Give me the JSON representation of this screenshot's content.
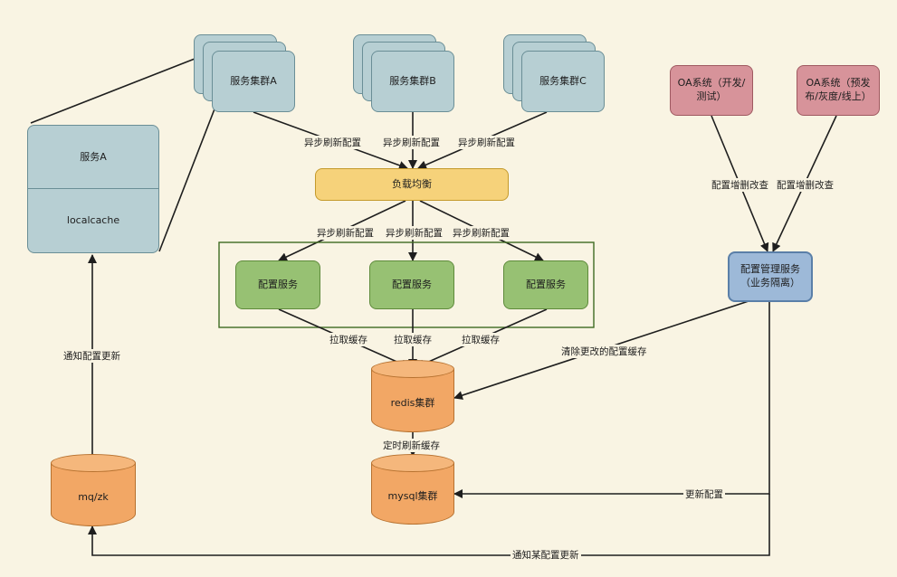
{
  "clusters": {
    "a": "服务集群A",
    "b": "服务集群B",
    "c": "服务集群C"
  },
  "service_a": {
    "title": "服务A",
    "cache": "localcache"
  },
  "load_balancer": "负载均衡",
  "config_services": [
    "配置服务",
    "配置服务",
    "配置服务"
  ],
  "oa_dev": "OA系统（开发/测试）",
  "oa_prod": "OA系统（预发布/灰度/线上）",
  "config_manager": "配置管理服务（业务隔离）",
  "redis": "redis集群",
  "mysql": "mysql集群",
  "mq": "mq/zk",
  "edges": {
    "async_refresh": "异步刷新配置",
    "pull_cache": "拉取缓存",
    "config_crud": "配置增删改查",
    "clear_cache": "清除更改的配置缓存",
    "timed_refresh": "定时刷新缓存",
    "update_config": "更新配置",
    "notify_update": "通知配置更新",
    "notify_some_update": "通知某配置更新"
  },
  "colors": {
    "background": "#f9f4e3",
    "service": "#b7cfd3",
    "load_balancer": "#f6d27a",
    "config_service": "#97c173",
    "oa": "#d7939a",
    "manager": "#9db9d8",
    "storage": "#f2a765"
  }
}
